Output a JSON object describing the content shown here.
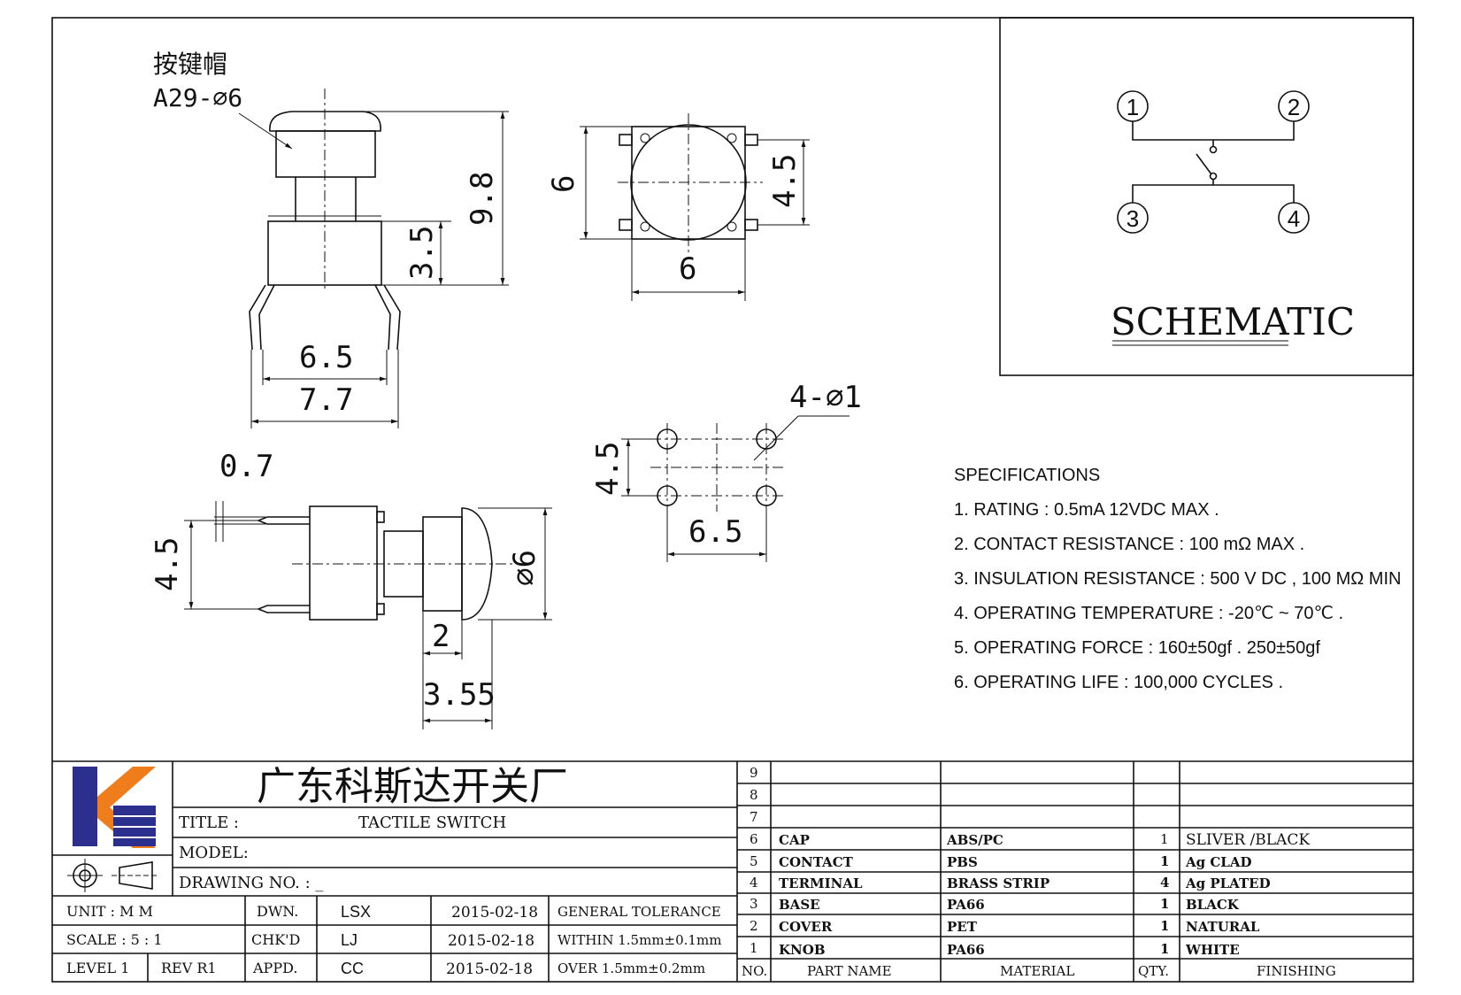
{
  "drawing": {
    "button_cap_label": "按键帽",
    "button_cap_part": "A29-⌀6",
    "dims": {
      "height_total": "9.8",
      "body_height": "3.5",
      "pin_span_inner": "6.5",
      "pin_span_outer": "7.7",
      "top_width": "6",
      "top_height": "6",
      "top_pin_pitch": "4.5",
      "pad_label": "4-⌀1",
      "pad_v_pitch": "4.5",
      "pad_h_pitch": "6.5",
      "pin_thickness": "0.7",
      "side_pin_pitch": "4.5",
      "cap_diameter": "⌀6",
      "cap_step": "2",
      "cap_length": "3.55"
    }
  },
  "schematic": {
    "title": "SCHEMATIC",
    "pins": [
      "1",
      "2",
      "3",
      "4"
    ]
  },
  "specifications": {
    "heading": "SPECIFICATIONS",
    "items": [
      "1. RATING : 0.5mA 12VDC MAX .",
      "2. CONTACT RESISTANCE : 100 mΩ MAX .",
      "3. INSULATION RESISTANCE : 500 V DC , 100 MΩ MIN",
      "4. OPERATING TEMPERATURE : -20℃ ~ 70℃ .",
      "5. OPERATING FORCE : 160±50gf . 250±50gf",
      "6. OPERATING LIFE : 100,000 CYCLES ."
    ]
  },
  "title_block": {
    "company": "广东科斯达开关厂",
    "title_label": "TITLE :",
    "title_value": "TACTILE SWITCH",
    "model_label": "MODEL:",
    "drawing_no_label": "DRAWING NO. : _",
    "unit": "UNIT   :   M M",
    "scale": "SCALE  :  5 : 1",
    "level": "LEVEL 1",
    "rev": "REV  R1",
    "dwn_label": "DWN.",
    "chkd_label": "CHK'D",
    "appd_label": "APPD.",
    "dwn_name": "LSX",
    "chkd_name": "LJ",
    "appd_name": "CC",
    "date1": "2015-02-18",
    "date2": "2015-02-18",
    "date3": "2015-02-18",
    "tol_general": "GENERAL TOLERANCE",
    "tol_within": "WITHIN  1.5mm±0.1mm",
    "tol_over": "OVER   1.5mm±0.2mm"
  },
  "bom": {
    "header": {
      "no": "NO.",
      "part": "PART  NAME",
      "material": "MATERIAL",
      "qty": "QTY.",
      "finishing": "FINISHING"
    },
    "empty_rows": [
      "9",
      "8",
      "7"
    ],
    "rows": [
      {
        "no": "6",
        "part": "CAP",
        "material": "ABS/PC",
        "qty": "1",
        "finishing": "SLIVER /BLACK"
      },
      {
        "no": "5",
        "part": "CONTACT",
        "material": "PBS",
        "qty": "1",
        "finishing": "Ag CLAD"
      },
      {
        "no": "4",
        "part": "TERMINAL",
        "material": "BRASS STRIP",
        "qty": "4",
        "finishing": "Ag PLATED"
      },
      {
        "no": "3",
        "part": "BASE",
        "material": "PA66",
        "qty": "1",
        "finishing": "BLACK"
      },
      {
        "no": "2",
        "part": "COVER",
        "material": "PET",
        "qty": "1",
        "finishing": "NATURAL"
      },
      {
        "no": "1",
        "part": "KNOB",
        "material": "PA66",
        "qty": "1",
        "finishing": "WHITE"
      }
    ]
  },
  "colors": {
    "logo_blue": "#2d2f8f",
    "logo_orange": "#f07d1c"
  }
}
